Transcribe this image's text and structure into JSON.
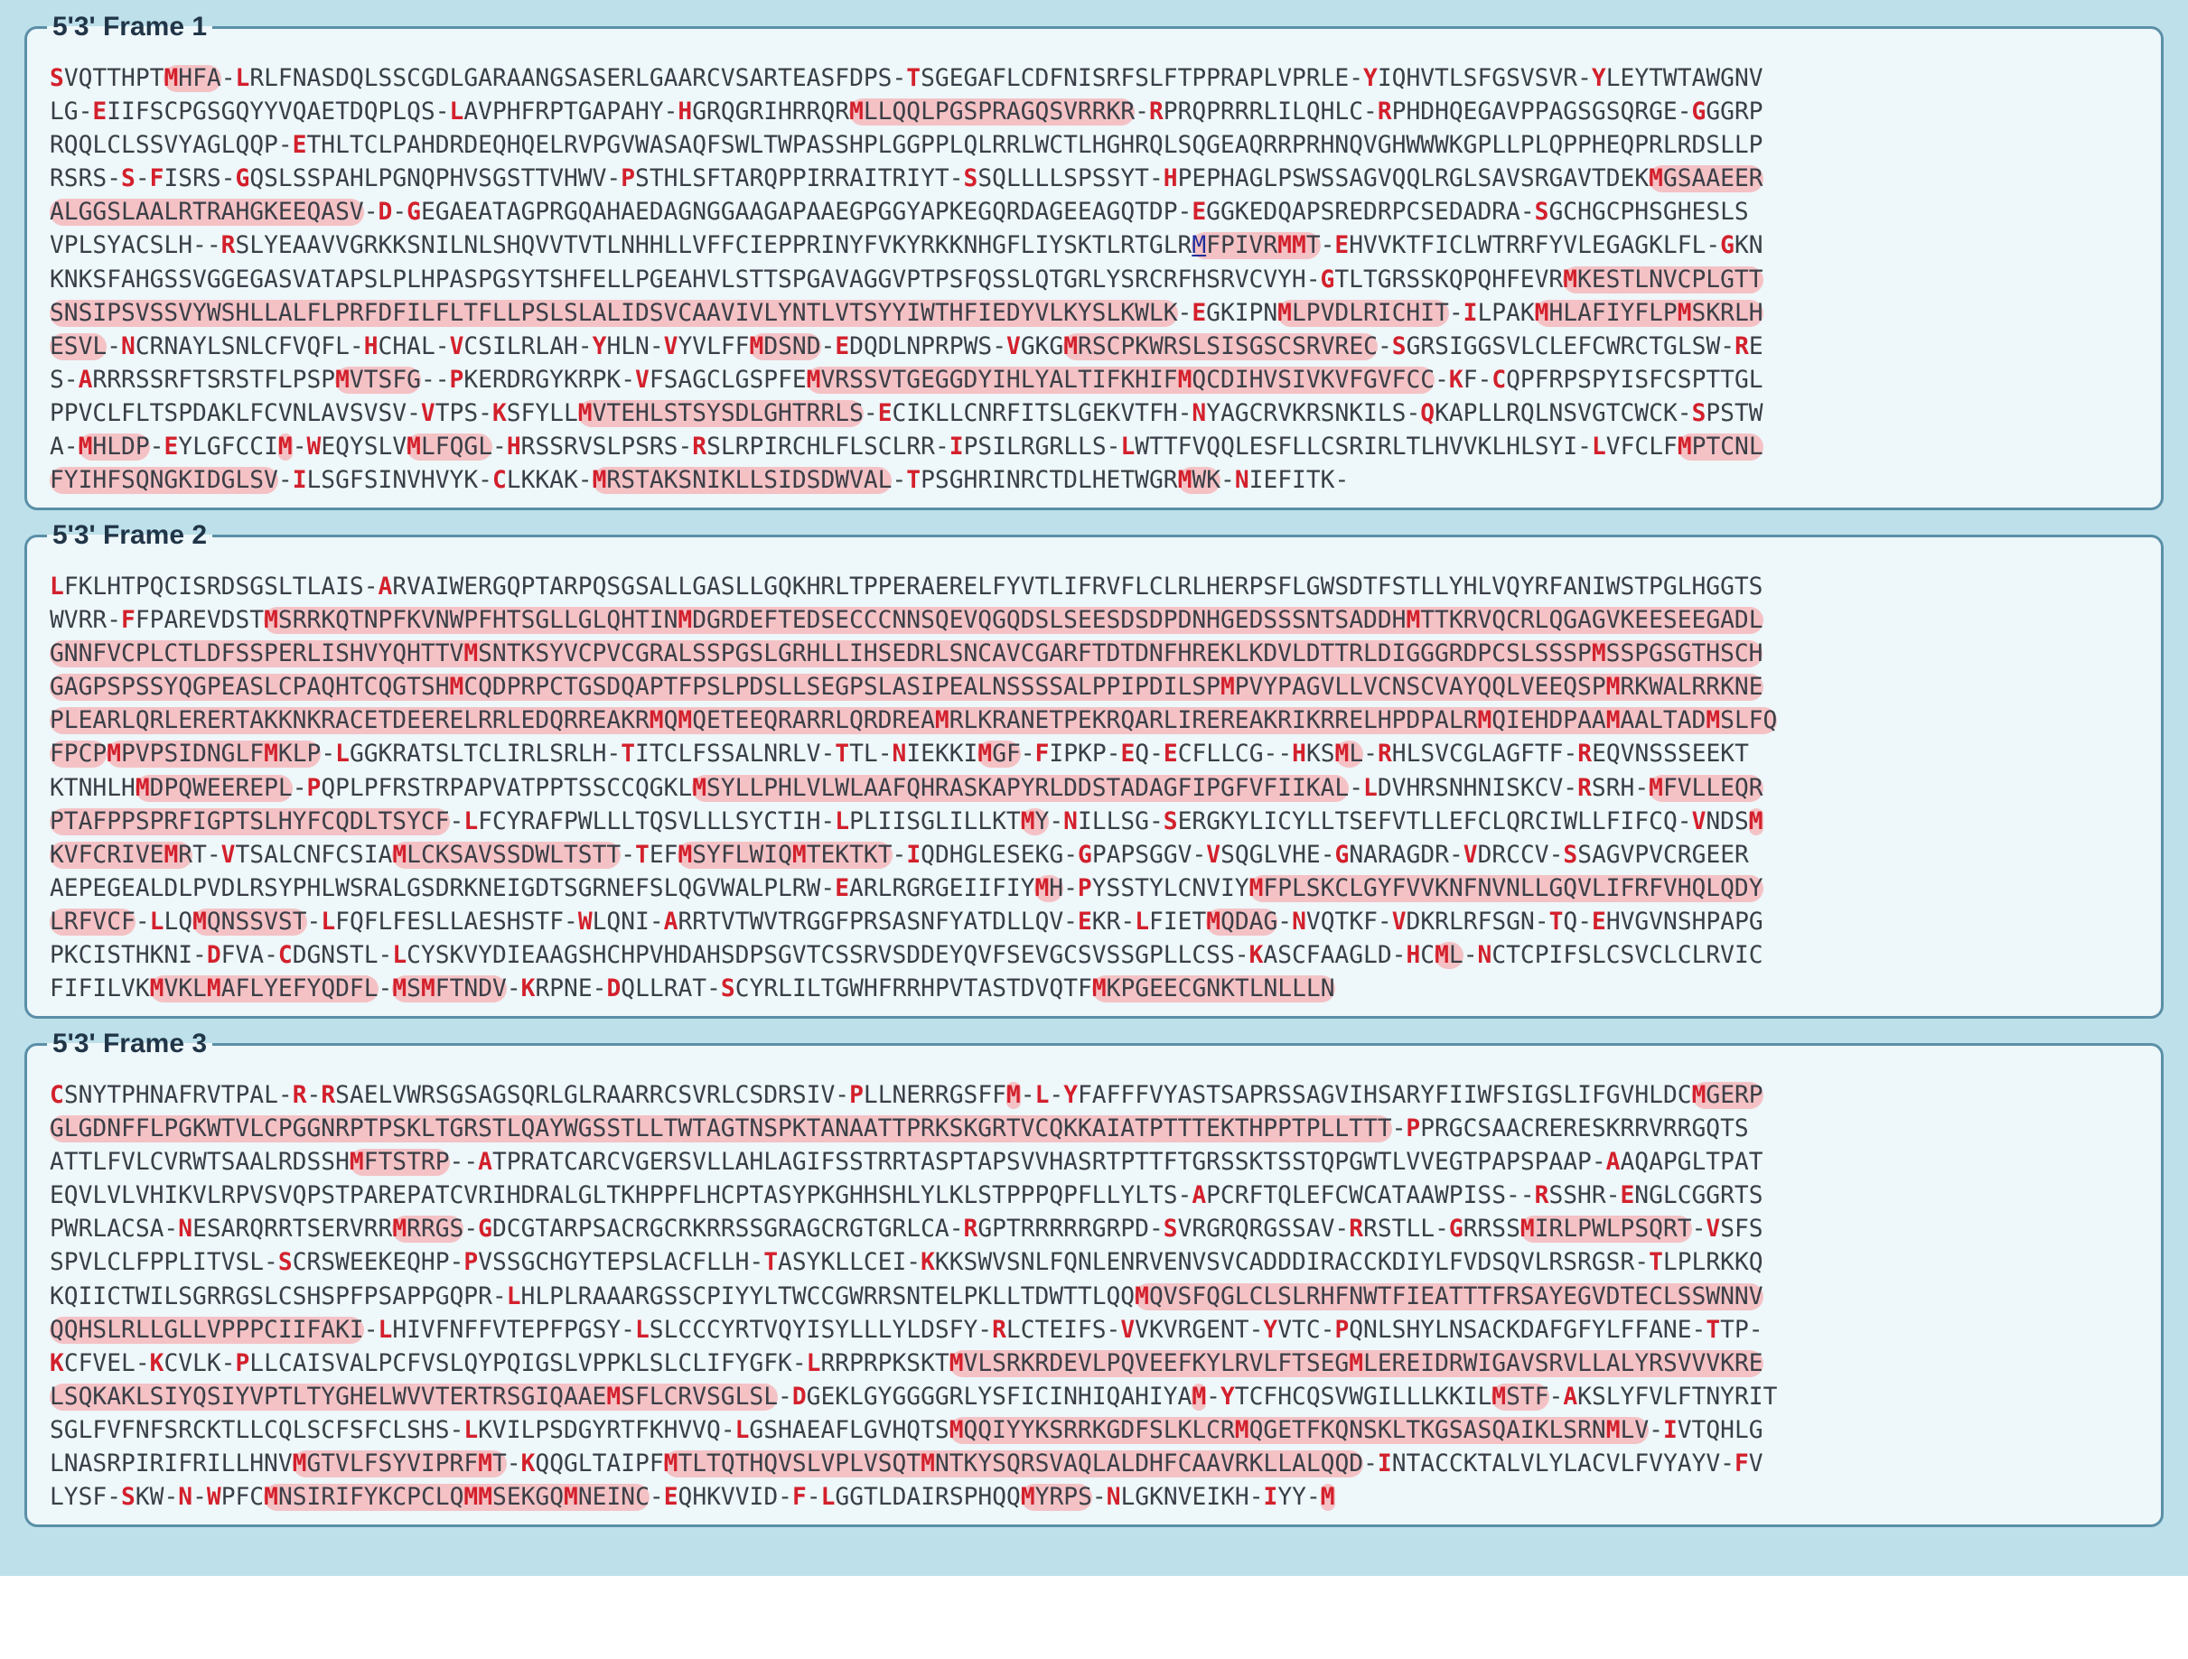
{
  "frames": [
    {
      "title": "5'3' Frame 1",
      "lines": [
        "[S]VQTTHPT{[M]HFA}-[L]RLFNASDQLSSCGDLGARAANGSASERLGAARCVSARTEASFDPS-[T]SGEGAFLCDFNISRFSLFTPPRAPLVPRLE-[Y]IQHVTLSFGSVSVR-[Y]LEYTWTAWGNV",
        "LG-[E]IIFSCPGSGQYYVQAETDQPLQS-[L]AVPHFRPTGAPAHY-[H]GRQGRIHRRQR{[M]LLQQLPGSPRAGQSVRRKR}-[R]PRQPRRRLILQHLC-[R]PHDHQEGAVPPAGSGSQRGE-[G]GGRP",
        "RQQLCLSSVYAGLQQP-[E]THLTCLPAHDRDEQHQELRVPGVWASAQFSWLTWPASSHPLGGPPLQLRRLWCTLHGHRQLSQGEAQRRPRHNQVGHWWWKGPLLPLQPPHEQPRLRDSLLP",
        "RSRS-[S]-[F]ISRS-[G]QSLSSPAHLPGNQPHVSGSTTVHWV-[P]STHLSFTARQPPIRRAITRIYT-[S]SQLLLLSPSSYT-[H]PEPHAGLPSWSSAGVQQLRGLSAVSRGAVTDEK{[M]GSAAEER",
        "ALGGSLAALRTRAHGKEEQASV}-[D]-[G]EGAEATAGPRGQAHAEDAGNGGAAGAPAAEGPGGYAPKEGQRDAGEEAGQTDP-[E]GGKEDQAPSREDRPCSEDADRA-[S]GCHGCPHSGHESLS",
        "VPLSYACSLH--[R]SLYEAAVVGRKKSNILNLSHQVVTVTLNHHLLVFFCIEPPRINYFVKYRKKNHGFLIYSKTLRTGLR{<M>FPIVR[M][M]T}-[E]HVVKTFICLWTRRFYVLEGAGKLFL-[G]KN",
        "KNKSFAHGSSVGGEGASVATAPSLPLHPASPGSYTSHFELLPGEAHVLSTTSPGAVAGGVPTPSFQSSLQTGRLYSRCRFHSRVCVYH-[G]TLTGRSSKQPQHFEVR{[M]KESTLNVCPLGTT",
        "SNSIPSVSSVYWSHLLALFLPRFDFILFLTFLLPSLSLALIDSVCAAVIVLYNTLVTSYYIWTHFIEDYVLKYSLKWLK}-[E]GKIPN{[M]LPVDLRICHIT}-[I]LPAK{[M]HLAFIYFLP[M]SKRLH",
        "ESVL}-[N]CRNAYLSNLCFVQFL-[H]CHAL-[V]CSILRLAH-[Y]HLN-[V]YVLFF{[M]DSND}-[E]DQDLNPRPWS-[V]GKG{[M]RSCPKWRSLSISGSCSRVREC}-[S]GRSIGGSVLCLEFCWRCTGLSW-[R]E",
        "S-[A]RRRSSRFTSRSTFLPSP{[M]VTSFG}--[P]KERDRGYKRPK-[V]FSAGCLGSPFE{[M]VRSSVTGEGGDYIHLYALTIFKHIF[M]QCDIHVSIVKVFGVFCC}-[K]F-[C]QPFRPSPYISFCSPTTGL",
        "PPVCLFLTSPDAKLFCVNLAVSVSV-[V]TPS-[K]SFYLL{[M]VTEHLSTSYSDLGHTRRLS}-[E]CIKLLCNRFITSLGEKVTFH-[N]YAGCRVKRSNKILS-[Q]KAPLLRQLNSVGTCWCK-[S]PSTW",
        "A-{[M]HLDP}-[E]YLGFCCI{[M]}-[W]EQYSLV{[M]LFQGL}-[H]RSSRVSLPSRS-[R]SLRPIRCHLFLSCLRR-[I]PSILRGRLLS-[L]WTTFVQQLESFLLCSRIRLTLHVVKLHLSYI-[L]VFCLF{[M]PTCNL",
        "FYIHFSQNGKIDGLSV}-[I]LSGFSINVHVYK-[C]LKKAK-{[M]RSTAKSNIKLLSIDSDWVAL}-[T]PSGHRINRCTDLHETWGR{[M]WK}-[N]IEFITK-"
      ]
    },
    {
      "title": "5'3' Frame 2",
      "lines": [
        "[L]FKLHTPQCISRDSGSLTLAIS-[A]RVAIWERGQPTARPQSGSALLGASLLGQKHRLTPPERAERELFYVTLIFRVFLCLRLHERPSFLGWSDTFSTLLYHLVQYRFANIWSTPGLHGGTS",
        "WVRR-[F]FPAREVDST{[M]SRRKQTNPFKVNWPFHTSGLLGLQHTIN[M]DGRDEFTEDSECCCNNSQEVQGQDSLSEESDSDPDNHGEDSSSNTSADDH[M]TTKRVQCRLQGAGVKEESEEGADL",
        "GNNFVCPLCTLDFSSPERLISHVYQHTTV[M]SNTKSYVCPVCGRALSSPGSLGRHLLIHSEDRLSNCAVCGARFTDTDNFHREKLKDVLDTTRLDIGGGRDPCSLSSSP[M]SSPGSGTHSCH",
        "GAGPSPSSYQGPEASLCPAQHTCQGTSH[M]CQDPRPCTGSDQAPTFPSLPDSLLSEGPSLASIPEALNSSSSALPPIPDILSP[M]PVYPAGVLLVCNSCVAYQQLVEEQSP[M]RKWALRRKNE",
        "PLEARLQRLERERTAKKNKRACETDEERELRRLEDQRREAKR[M]Q[M]QETEEQRARRLQRDREA[M]RLKRANETPEKRQARLIREREAKRIKRRELHPDPALR[M]QIEHDPAA[M]AALTAD[M]SLFQ",
        "FPCP}{[M]PVPSIDNGLF[M]KLP}-[L]GGKRATSLTCLIRLSRLH-[T]ITCLFSSALNRLV-[T]TL-[N]IEKKI{[M]GF}-[F]IPKP-[E]Q-[E]CFLLCG--[H]KS{[M]L}-[R]HLSVCGLAGFTF-[R]EQVNSSSEEKT",
        "KTNHLH{[M]DPQWEEREPL}-[P]QPLPFRSTRPAPVATPPTSSCCQGKL{[M]SYLLPHLVLWLAAFQHRASKAPYRLDDSTADAGFIPGFVFIIKAL}-[L]DVHRSNHNISKCV-[R]SRH-{[M]FVLLEQR",
        "PTAFPPSPRFIGPTSLHYFCQDLTSYCF}-[L]FCYRAFPWLLLTQSVLLLSYCTIH-[L]PLIISGLILLKT{[M]Y}-[N]ILLSG-[S]ERGKYLICYLLTSEFVTLLEFCLQRCIWLLFIFCQ-[V]NDS{[M]",
        "KVFCRIVE[M]R}T-[V]TSALCNFCSIA{[M]LCKSAVSSDWLTSTT}-[T]EF{[M]SYFLWIQ[M]TEKTKT}-[I]QDHGLESEKG-[G]PAPSGGV-[V]SQGLVHE-[G]NARAGDR-[V]DRCCV-[S]SAGVPVCRGEER",
        "AEPEGEALDLPVDLRSYPHLWSRALGSDRKNEIGDTSGRNEFSLQGVWALPLRW-[E]ARLRGRGEIIFIY{[M]H}-[P]YSSTYLCNVIY{[M]FPLSKCLGYFVVKNFNVNLLGQVLIFRFVHQLQDY",
        "LRFVCF}-[L]LQ{[M]QNSSVST}-[L]FQFLFESLLAESHSTF-[W]LQNI-[A]RRTVTWVTRGGFPRSASNFYATDLLQV-[E]KR-[L]FIET{[M]QDAG}-[N]VQTKF-[V]DKRLRFSGN-[T]Q-[E]HVGVNSHPAPG",
        "PKCISTHKNI-[D]FVA-[C]DGNSTL-[L]CYSKVYDIEAAGSHCHPVHDAHSDPSGVTCSSRVSDDEYQVFSEVGCSVSSGPLLCSS-[K]ASCFAAGLD-[H]C{[M]L}-[N]CTCPIFSLCSVCLCLRVIC",
        "FIFILVK{[M]VKL[M]AFLYEFYQDFL}-{[M]S[M]FTNDV}-[K]RPNE-[D]QLLRAT-[S]CYRLILTGWHFRRHPVTASTDVQTF{[M]KPGEECGNKTLNLLLN}"
      ]
    },
    {
      "title": "5'3' Frame 3",
      "lines": [
        "[C]SNYTPHNAFRVTPAL-[R]-[R]SAELVWRSGSAGSQRLGLRAARRCSVRLCSDRSIV-[P]LLNERRGSFF{[M]}-[L]-[Y]FAFFFVYASTSAPRSSAGVIHSARYFIIWFSIGSLIFGVHLDC{[M]GERP",
        "GLGDNFFLPGKWTVLCPGGNRPTPSKLTGRSTLQAYWGSSTLLTWTAGTNSPKTANAATTPRKSKGRTVCQKKAIATPTTTEKTHPPTPLLTTT}-[P]PRGCSAACRERESKRRVRRGQTS",
        "ATTLFVLCVRWTSAALRDSSH{[M]FTSTRP}--[A]TPRATCARCVGERSVLLAHLAGIFSSTRRTASPTAPSVVHASRTPTTFTGRSSKTSSTQPGWTLVVEGTPAPSPAAP-[A]AQAPGLTPAT",
        "EQVLVLVHIKVLRPVSVQPSTPAREPATCVRIHDRALGLTKHPPFLHCPTASYPKGHHSHLYLKLSTPPPQPFLLYLTS-[A]PCRFTQLEFCWCATAAWPISS--[R]SSHR-[E]NGLCGGRTS",
        "PWRLACSA-[N]ESARQRRTSERVRR{[M]RRGS}-[G]DCGTARPSACRGCRKRRSSGRAGCRGTGRLCA-[R]GPTRRRRRGRPD-[S]VRGRQRGSSAV-[R]RSTLL-[G]RRSS{[M]IRLPWLPSQRT}-[V]SFS",
        "SPVLCLFPPLITVSL-[S]CRSWEEKEQHP-[P]VSSGCHGYTEPSLACFLLH-[T]ASYKLLCEI-[K]KKSWVSNLFQNLENRVENVSVCADDDIRACCKDIYLFVDSQVLRSRGSR-[T]LPLRKKQ",
        "KQIICTWILSGRRGSLCSHSPFPSAPPGQPR-[L]HLPLRAAARGSSCPIYYLTWCCGWRRSNTELPKLLTDWTTLQQ{[M]QVSFQGLCLSLRHFNWTFIEATTTFRSAYEGVDTECLSSWNNV",
        "QQHSLRLLGLLVPPPCIIFAKI}-[L]HIVFNFFVTEPFPGSY-[L]SLCCCYRTVQYISYLLLYLDSFY-[R]LCTEIFS-[V]VKVRGENT-[Y]VTC-[P]QNLSHYLNSACKDAFGFYLFFANE-[T]TP-",
        "[K]CFVEL-[K]CVLK-[P]LLCAISVALPCFVSLQYPQIGSLVPPKLSLCLIFYGFK-[L]RRPRPKSKT{[M]VLSRKRDEVLPQVEEFKYLRVLFTSEG[M]LEREIDRWIGAVSRVLLALYRSVVVKRE",
        "LSQKAKLSIYQSIYVPTLTYGHELWVVTERTRSGIQAAE[M]SFLCRVSGLSL}-[D]GEKLGYGGGGRLYSFICINHIQAHIYA{[M]}-[Y]TCFHCQSVWGILLLKKIL{[M]STF}-[A]KSLYFVLFTNYRIT",
        "SGLFVFNFSRCKTLLCQLSCFSFCLSHS-[L]KVILPSDGYRTFKHVVQ-[L]GSHAEAFLGVHQTS{[M]QQIYYKSRRKGDFSLKLCR[M]QGETFKQNSKLTKGSASQAIKLSRN[M]LV}-[I]VTQHLG",
        "LNASRPIRIFRILLHNV{[M]GTVLFSYVIPRF[M]T}-[K]QQGLTAIPF{[M]TLTQTHQVSLVPLVSQT[M]NTKYSQRSVAQLALDHFCAAVRKLLALQQD}-[I]NTACCKTALVLYLACVLFVYAYV-[F]V",
        "LYSF-[S]KW-[N]-[W]PFC{[M]NSIRIFYKCPCLQ[M][M]SEKGQ[M]NEINC}-[E]QHKVVID-[F]-[L]GGTLDAIRSPHQQ{[M]YRPS}-[N]LGKNVEIKH-[I]YY-{[M]}"
      ]
    }
  ]
}
